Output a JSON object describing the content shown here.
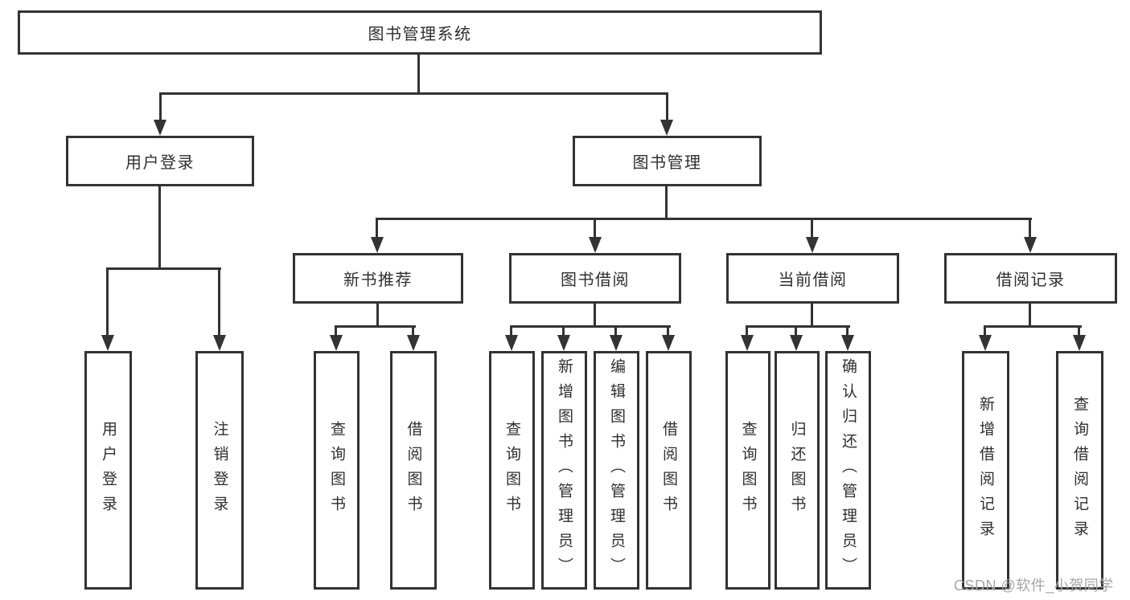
{
  "diagram_title": "图书管理系统",
  "colors": {
    "line": "#333333",
    "box_border": "#333333",
    "box_fill": "#ffffff",
    "text": "#2f2f2f",
    "watermark": "#a6a6a6"
  },
  "tree": {
    "root": {
      "label": "图书管理系统"
    },
    "branches": [
      {
        "label": "用户登录",
        "children": [
          {
            "label": "用户登录"
          },
          {
            "label": "注销登录"
          }
        ]
      },
      {
        "label": "图书管理",
        "children": [
          {
            "label": "新书推荐",
            "children": [
              {
                "label": "查询图书"
              },
              {
                "label": "借阅图书"
              }
            ]
          },
          {
            "label": "图书借阅",
            "children": [
              {
                "label": "查询图书"
              },
              {
                "label": "新增图书（管理员）"
              },
              {
                "label": "编辑图书（管理员）"
              },
              {
                "label": "借阅图书"
              }
            ]
          },
          {
            "label": "当前借阅",
            "children": [
              {
                "label": "查询图书"
              },
              {
                "label": "归还图书"
              },
              {
                "label": "确认归还（管理员）"
              }
            ]
          },
          {
            "label": "借阅记录",
            "children": [
              {
                "label": "新增借阅记录"
              },
              {
                "label": "查询借阅记录"
              }
            ]
          }
        ]
      }
    ]
  },
  "watermark": {
    "text": "CSDN @软件_小贺同学"
  }
}
